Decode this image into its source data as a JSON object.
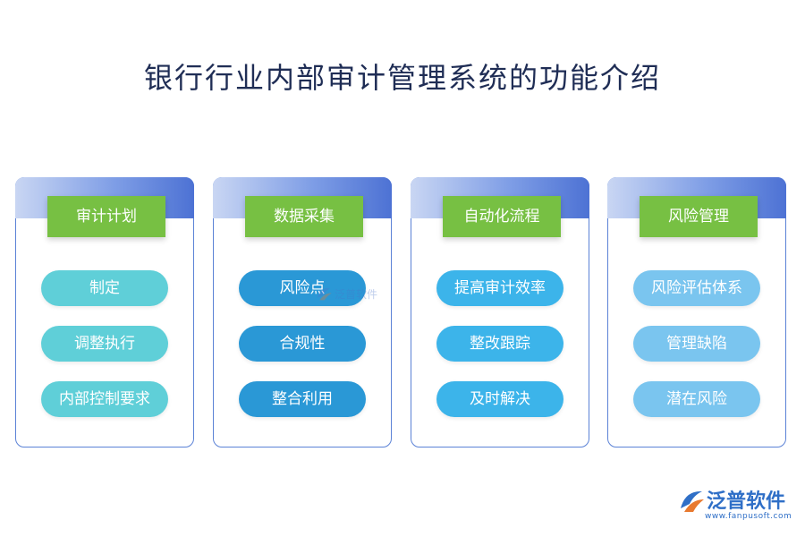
{
  "title": "银行行业内部审计管理系统的功能介绍",
  "cards": [
    {
      "header": "审计计划",
      "items": [
        "制定",
        "调整执行",
        "内部控制要求"
      ]
    },
    {
      "header": "数据采集",
      "items": [
        "风险点",
        "合规性",
        "整合利用"
      ]
    },
    {
      "header": "自动化流程",
      "items": [
        "提高审计效率",
        "整改跟踪",
        "及时解决"
      ]
    },
    {
      "header": "风险管理",
      "items": [
        "风险评估体系",
        "管理缺陷",
        "潜在风险"
      ]
    }
  ],
  "logo": {
    "name": "泛普软件",
    "url": "www.fanpusoft.com"
  },
  "watermark": "泛普软件",
  "colors": {
    "header_green": "#77c043",
    "col1_pill": "#5fcfd8",
    "col2_pill": "#2a98d6",
    "col3_pill": "#3cb4ea",
    "col4_pill": "#7ac5ef",
    "border_blue": "#5b82d6"
  }
}
